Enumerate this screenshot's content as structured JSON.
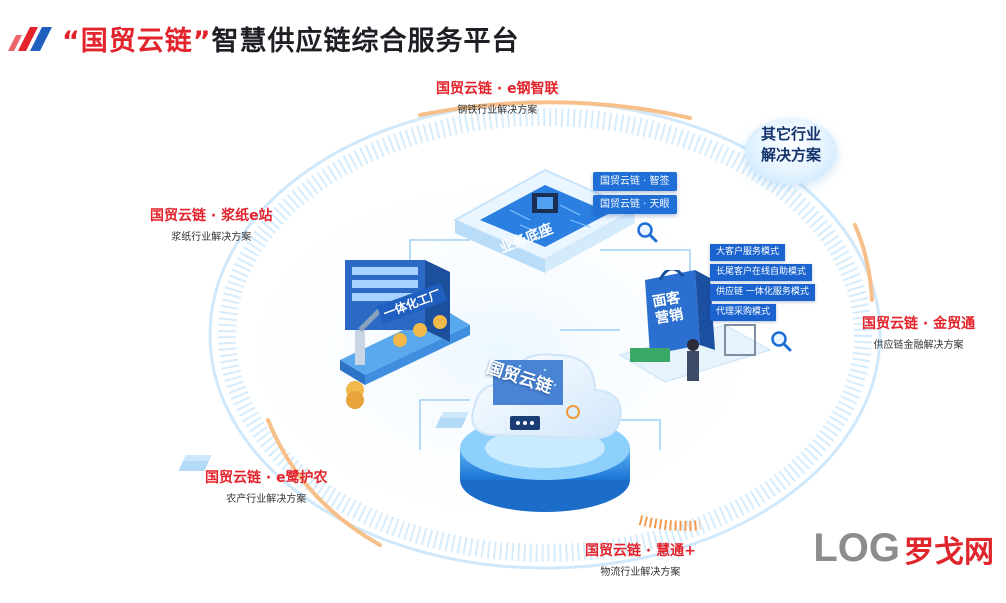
{
  "header": {
    "brand": "“国贸云链”",
    "title": "智慧供应链综合服务平台"
  },
  "solutions": {
    "steel": {
      "name": "国贸云链 · e钢智联",
      "desc": "钢铁行业解决方案"
    },
    "paper": {
      "name": "国贸云链 · 浆纸e站",
      "desc": "浆纸行业解决方案"
    },
    "finance": {
      "name": "国贸云链 · 金贸通",
      "desc": "供应链金融解决方案"
    },
    "agri": {
      "name": "国贸云链 · e鹭护农",
      "desc": "农产行业解决方案"
    },
    "logistics": {
      "name": "国贸云链 · 慧通+",
      "desc": "物流行业解决方案"
    },
    "other_line1": "其它行业",
    "other_line2": "解决方案"
  },
  "center": {
    "cloud_label": "国贸云链",
    "base_label": "业务底座",
    "factory_label": "一体化工厂",
    "marketing_label1": "面客",
    "marketing_label2": "营销",
    "tags": [
      "国贸云链 · 智签",
      "国贸云链 · 天眼"
    ],
    "modes": [
      "大客户服务模式",
      "长尾客户在线自助模式",
      "供应链 一体化服务模式",
      "代理采购模式"
    ]
  },
  "watermark": {
    "latin": "LOG",
    "cn": "罗戈网"
  },
  "colors": {
    "accent_red": "#e3232c",
    "primary_blue": "#1f6fd6",
    "ring_blue": "#bfe0f8",
    "ring_orange": "#f6b77a"
  }
}
